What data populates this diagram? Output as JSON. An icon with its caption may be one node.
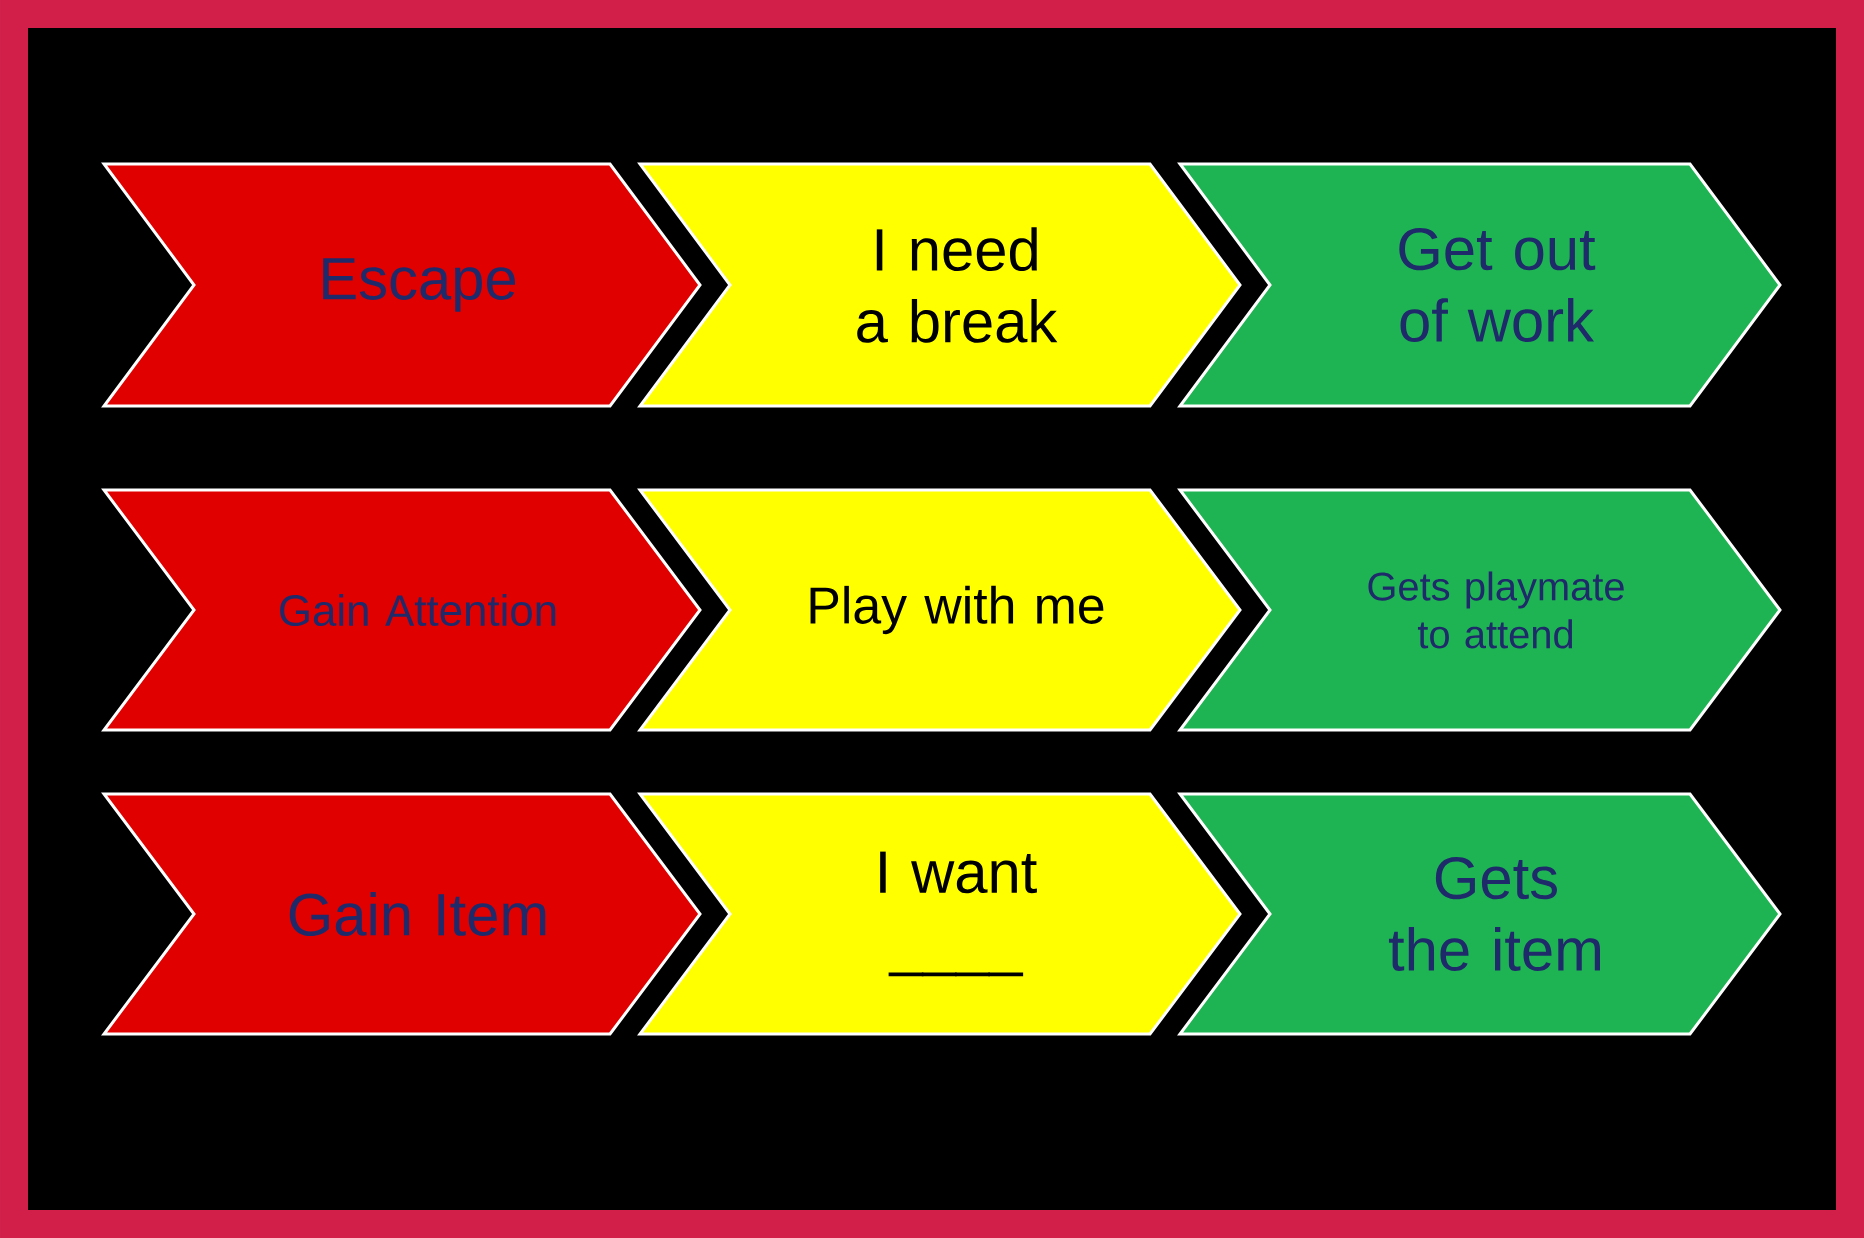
{
  "diagram": {
    "nodes": [
      {
        "text": [
          "Escape"
        ]
      },
      {
        "text": [
          "I need a break"
        ]
      },
      {
        "text": [
          "Get out of work"
        ]
      },
      {
        "text": [
          "Gain Attention"
        ]
      },
      {
        "text": [
          "Play with me"
        ]
      },
      {
        "text": [
          "Gets playmate to attend"
        ]
      },
      {
        "text": [
          "Gain Item"
        ]
      },
      {
        "text": [
          "I want ____"
        ]
      },
      {
        "text": [
          "Gets the item"
        ]
      }
    ]
  }
}
